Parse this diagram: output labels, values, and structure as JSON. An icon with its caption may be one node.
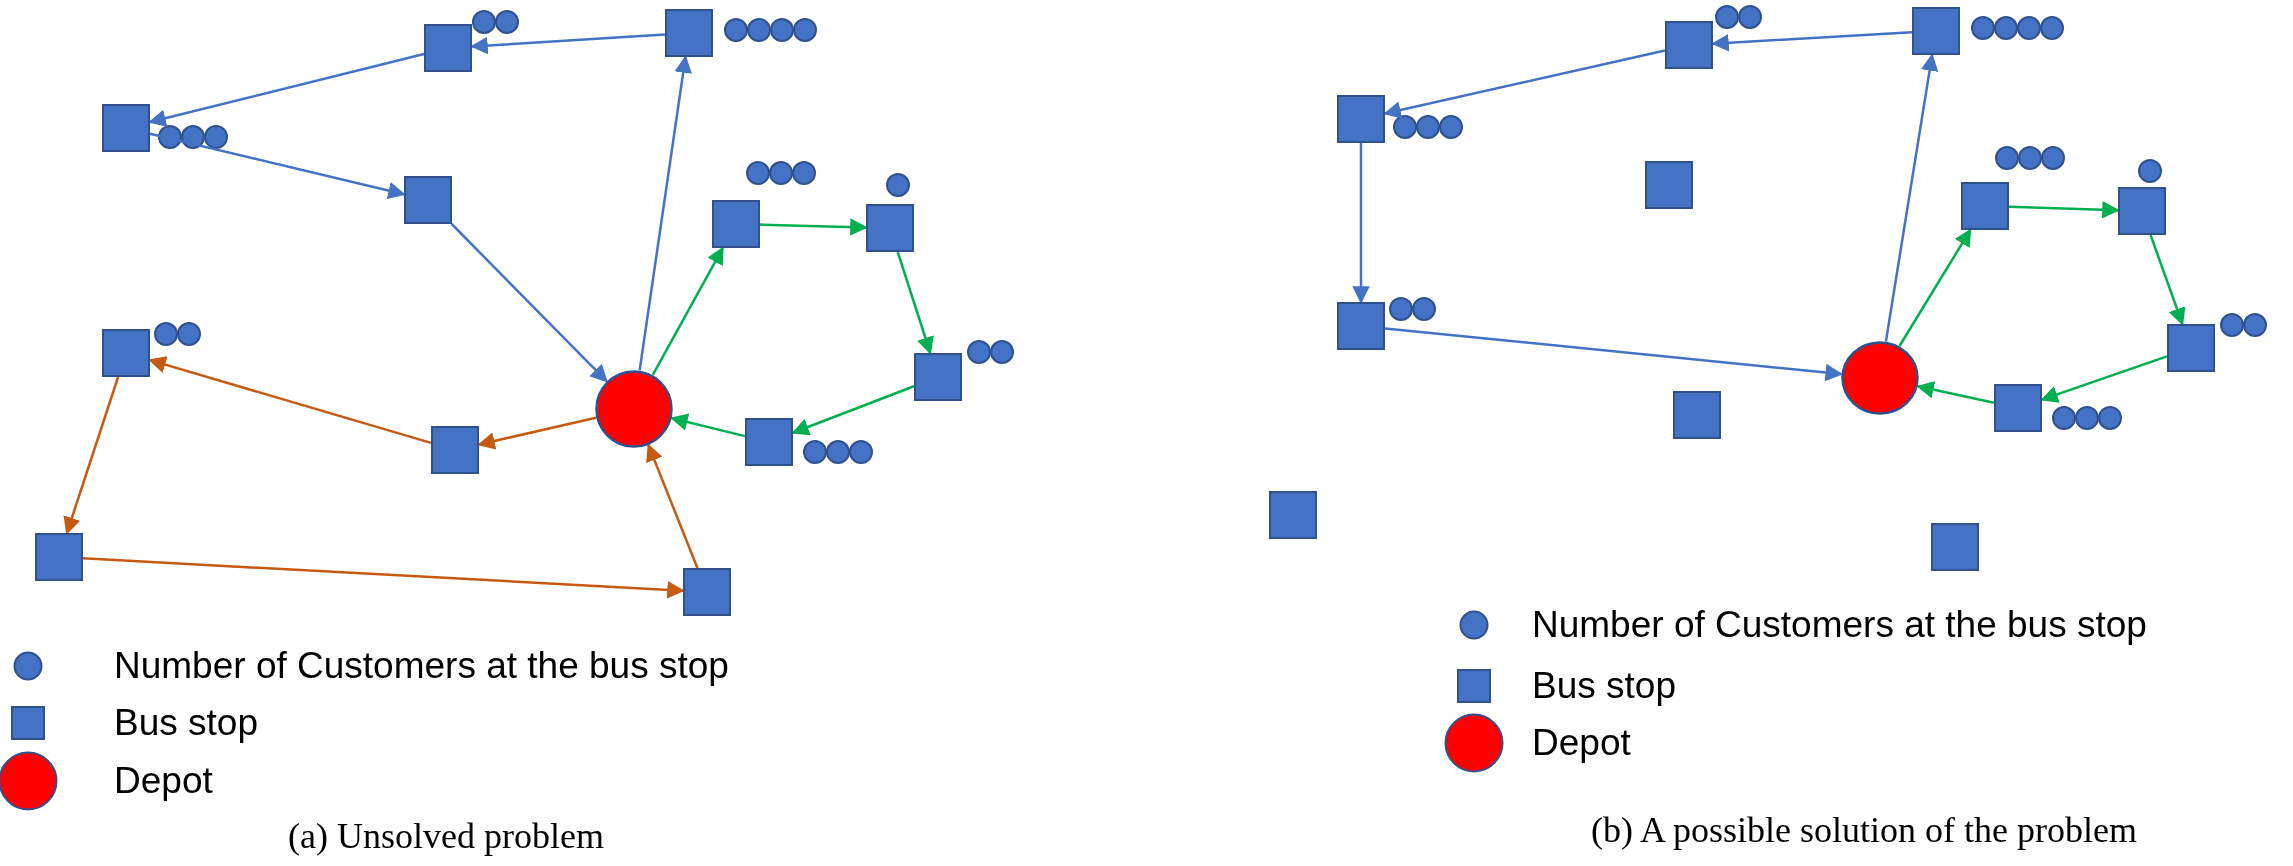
{
  "diagram": {
    "nodes": [
      {
        "text": [],
        "shape": "box"
      },
      {
        "text": [],
        "shape": "box"
      },
      {
        "text": [],
        "shape": "box"
      },
      {
        "text": [],
        "shape": "box"
      },
      {
        "text": [],
        "shape": "box"
      },
      {
        "text": [],
        "shape": "box"
      },
      {
        "text": [],
        "shape": "box"
      },
      {
        "text": [],
        "shape": "box"
      },
      {
        "text": [],
        "shape": "box"
      },
      {
        "text": [],
        "shape": "box"
      },
      {
        "text": [],
        "shape": "box"
      },
      {
        "text": [],
        "shape": "box"
      },
      {
        "text": [],
        "shape": "circle"
      },
      {
        "text": [],
        "shape": "box"
      },
      {
        "text": [],
        "shape": "box"
      },
      {
        "text": [],
        "shape": "box"
      },
      {
        "text": [],
        "shape": "box"
      },
      {
        "text": [],
        "shape": "box"
      },
      {
        "text": [],
        "shape": "box"
      },
      {
        "text": [],
        "shape": "box"
      },
      {
        "text": [],
        "shape": "box"
      },
      {
        "text": [],
        "shape": "box"
      },
      {
        "text": [],
        "shape": "box"
      },
      {
        "text": [],
        "shape": "box"
      },
      {
        "text": [],
        "shape": "box"
      },
      {
        "text": [],
        "shape": "circle"
      }
    ],
    "edges": [
      {
        "from": 1,
        "to": 0,
        "arrow": "to"
      },
      {
        "from": 0,
        "to": 2,
        "arrow": "to"
      },
      {
        "from": 2,
        "to": 3,
        "arrow": "to"
      },
      {
        "from": 3,
        "to": 12,
        "arrow": "to"
      },
      {
        "from": 12,
        "to": 1,
        "arrow": "to"
      },
      {
        "from": 12,
        "to": 4,
        "arrow": "to",
        "color": "#00b050"
      },
      {
        "from": 4,
        "to": 5,
        "arrow": "to",
        "color": "#00b050"
      },
      {
        "from": 5,
        "to": 6,
        "arrow": "to",
        "color": "#00b050"
      },
      {
        "from": 6,
        "to": 7,
        "arrow": "to",
        "color": "#00b050"
      },
      {
        "from": 7,
        "to": 12,
        "arrow": "to",
        "color": "#00b050"
      },
      {
        "from": 12,
        "to": 9,
        "arrow": "to",
        "color": "#c55a11"
      },
      {
        "from": 9,
        "to": 8,
        "arrow": "to",
        "color": "#c55a11"
      },
      {
        "from": 8,
        "to": 10,
        "arrow": "to",
        "color": "#c55a11"
      },
      {
        "from": 10,
        "to": 11,
        "arrow": "to",
        "color": "#c55a11"
      },
      {
        "from": 11,
        "to": 12,
        "arrow": "to",
        "color": "#c55a11"
      },
      {
        "from": 14,
        "to": 13,
        "arrow": "to"
      },
      {
        "from": 13,
        "to": 15,
        "arrow": "to"
      },
      {
        "from": 15,
        "to": 21,
        "arrow": "to"
      },
      {
        "from": 21,
        "to": 25,
        "arrow": "to"
      },
      {
        "from": 25,
        "to": 14,
        "arrow": "to"
      },
      {
        "from": 25,
        "to": 17,
        "arrow": "to",
        "color": "#00b050"
      },
      {
        "from": 17,
        "to": 18,
        "arrow": "to",
        "color": "#00b050"
      },
      {
        "from": 18,
        "to": 19,
        "arrow": "to",
        "color": "#00b050"
      },
      {
        "from": 19,
        "to": 20,
        "arrow": "to",
        "color": "#00b050"
      },
      {
        "from": 20,
        "to": 25,
        "arrow": "to",
        "color": "#00b050"
      }
    ],
    "labels": [
      "(a) Unsolved problem",
      "(b) A possible solution of the problem"
    ],
    "legend": [
      {
        "text": "Number of Customers at the bus stop"
      },
      {
        "text": "Bus stop"
      },
      {
        "text": "Depot"
      },
      {
        "text": "Number of Customers at the bus stop"
      },
      {
        "text": "Bus stop"
      },
      {
        "text": "Depot"
      }
    ]
  }
}
